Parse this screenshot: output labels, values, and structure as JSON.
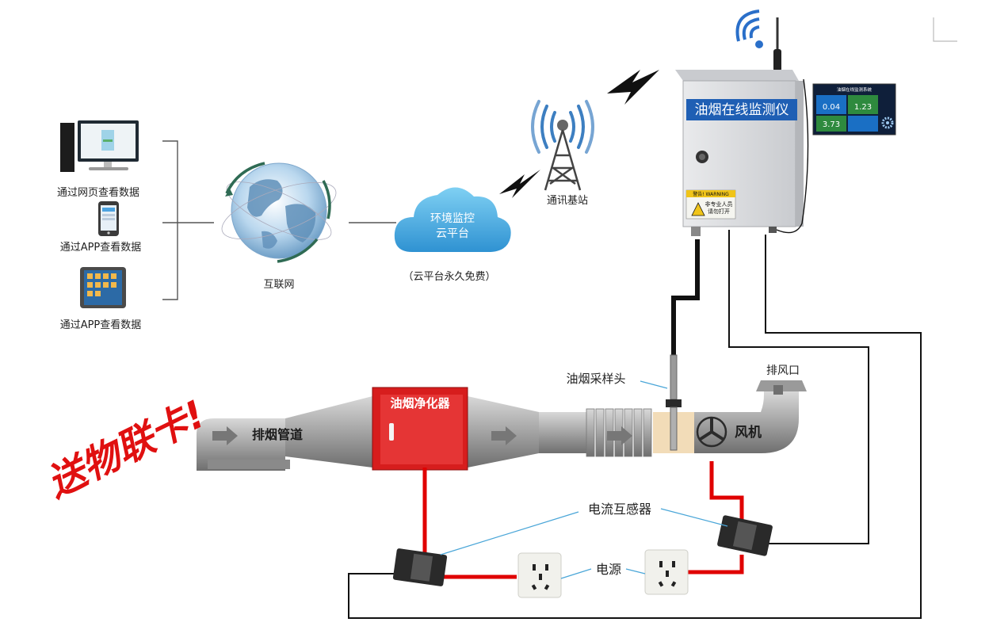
{
  "viewers": [
    {
      "label": "通过网页查看数据",
      "icon": "desktop-computer-icon"
    },
    {
      "label": "通过APP查看数据",
      "icon": "smartphone-icon"
    },
    {
      "label": "通过APP查看数据",
      "icon": "tablet-icon"
    }
  ],
  "internet": {
    "label": "互联网"
  },
  "cloud": {
    "title_line1": "环境监控",
    "title_line2": "云平台",
    "note": "（云平台永久免费）"
  },
  "base_station": {
    "label": "通讯基站"
  },
  "monitor": {
    "title": "油烟在线监测仪",
    "warning_header": "警告! WARNING",
    "warning_line1": "非专业人员",
    "warning_line2": "请勿打开"
  },
  "screen": {
    "title": "油烟在线监测系统",
    "value_1": "0.04",
    "value_2": "1.23",
    "value_3": "3.73"
  },
  "duct": {
    "pipe_label": "排烟管道",
    "purifier_label": "油烟净化器",
    "fan_label": "风机",
    "outlet_label": "排风口",
    "probe_label": "油烟采样头"
  },
  "electrical": {
    "ct_label": "电流互感器",
    "power_label": "电源"
  },
  "promo": {
    "text": "送物联卡!"
  },
  "colors": {
    "cloud": "#3aa6dc",
    "purifier": "#e02020",
    "wire_red": "#e00000",
    "promo": "#e01010",
    "screen_blue": "#1a6fc4"
  }
}
